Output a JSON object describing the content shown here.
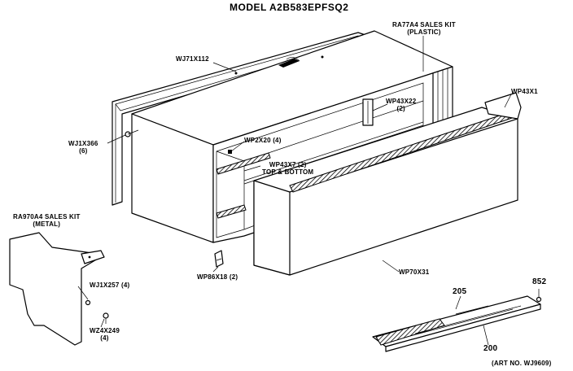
{
  "title": "MODEL A2B583EPFSQ2",
  "labels": {
    "wj71x112": "WJ71X112",
    "ra77a4_l1": "RA77A4 SALES KIT",
    "ra77a4_l2": "(PLASTIC)",
    "wp43x1": "WP43X1",
    "wp43x22_l1": "WP43X22",
    "wp43x22_l2": "(2)",
    "wj1x366_l1": "WJ1X366",
    "wj1x366_l2": "(6)",
    "wp2x20": "WP2X20 (4)",
    "wp43x7_l1": "WP43X7 (2)",
    "wp43x7_l2": "TOP & BOTTOM",
    "ra970a4_l1": "RA970A4 SALES KIT",
    "ra970a4_l2": "(METAL)",
    "wj1x257": "WJ1X257 (4)",
    "wz4x249_l1": "WZ4X249",
    "wz4x249_l2": "(4)",
    "wp86x18": "WP86X18 (2)",
    "wp70x31": "WP70X31",
    "n852": "852",
    "n205": "205",
    "n200": "200",
    "art_no": "(ART NO. WJ9609)"
  }
}
